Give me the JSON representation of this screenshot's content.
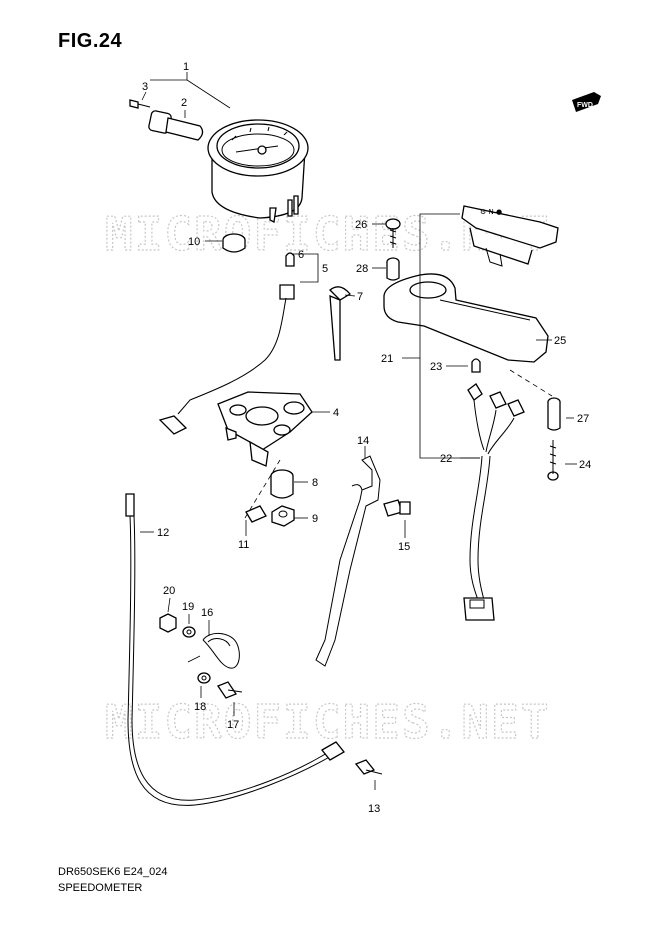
{
  "figure": {
    "title": "FIG.24",
    "code": "DR650SEK6 E24_024",
    "name": "SPEEDOMETER"
  },
  "watermark": "MICROFICHES.NET",
  "fwd_badge": "FWD",
  "callouts": [
    {
      "id": "c1",
      "label": "1"
    },
    {
      "id": "c2",
      "label": "2"
    },
    {
      "id": "c3",
      "label": "3"
    },
    {
      "id": "c4",
      "label": "4"
    },
    {
      "id": "c5",
      "label": "5"
    },
    {
      "id": "c6",
      "label": "6"
    },
    {
      "id": "c7",
      "label": "7"
    },
    {
      "id": "c8",
      "label": "8"
    },
    {
      "id": "c9",
      "label": "9"
    },
    {
      "id": "c10",
      "label": "10"
    },
    {
      "id": "c11",
      "label": "11"
    },
    {
      "id": "c12",
      "label": "12"
    },
    {
      "id": "c13",
      "label": "13"
    },
    {
      "id": "c14",
      "label": "14"
    },
    {
      "id": "c15",
      "label": "15"
    },
    {
      "id": "c16",
      "label": "16"
    },
    {
      "id": "c17",
      "label": "17"
    },
    {
      "id": "c18",
      "label": "18"
    },
    {
      "id": "c19",
      "label": "19"
    },
    {
      "id": "c20",
      "label": "20"
    },
    {
      "id": "c21",
      "label": "21"
    },
    {
      "id": "c22",
      "label": "22"
    },
    {
      "id": "c23",
      "label": "23"
    },
    {
      "id": "c24",
      "label": "24"
    },
    {
      "id": "c25",
      "label": "25"
    },
    {
      "id": "c26",
      "label": "26"
    },
    {
      "id": "c27",
      "label": "27"
    },
    {
      "id": "c28",
      "label": "28"
    }
  ]
}
